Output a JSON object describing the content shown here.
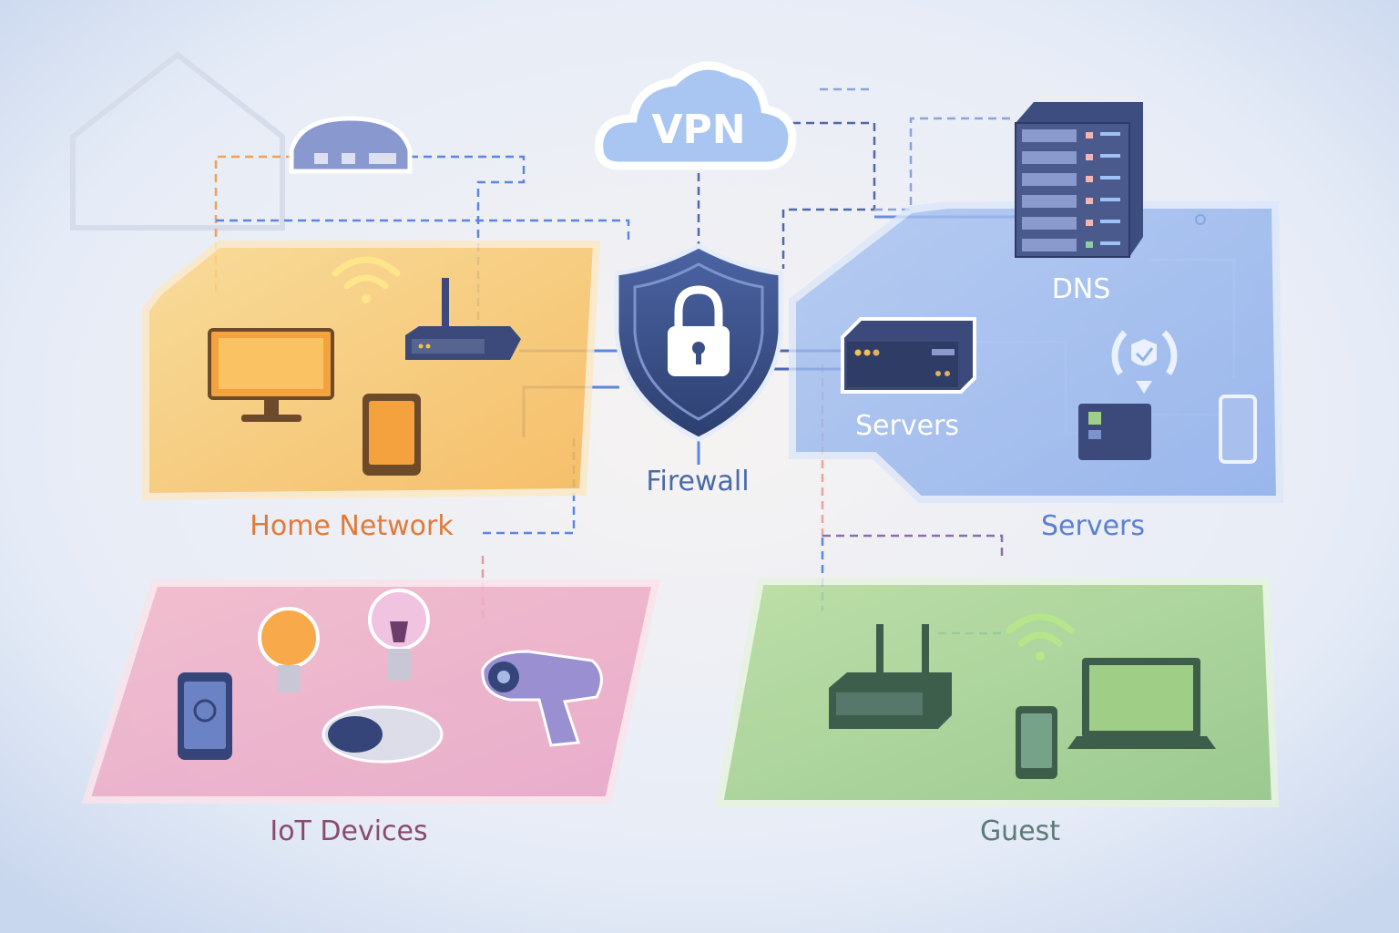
{
  "labels": {
    "vpn": "VPN",
    "firewall": "Firewall",
    "dns": "DNS",
    "servers_device": "Servers",
    "servers_zone": "Servers",
    "home_network": "Home Network",
    "iot_devices": "IoT Devices",
    "guest": "Guest"
  },
  "colors": {
    "home": "#f7b54a",
    "iot": "#ee9fb4",
    "guest": "#9fcf86",
    "servers": "#8fb2ec",
    "firewall_shield": "#3a4f86",
    "vpn_cloud": "#a9c6f2",
    "home_label": "#e07a3a",
    "iot_label": "#8a4a6e",
    "guest_label": "#5d7a78",
    "servers_label": "#5d7fd0",
    "firewall_label": "#4a6aa8"
  },
  "icons": [
    "vpn-cloud-icon",
    "shield-lock-icon",
    "server-rack-icon",
    "server-box-icon",
    "router-icon",
    "wifi-icon",
    "monitor-icon",
    "tablet-icon",
    "smartphone-icon",
    "lightbulb-icon",
    "camera-icon",
    "laptop-icon"
  ]
}
